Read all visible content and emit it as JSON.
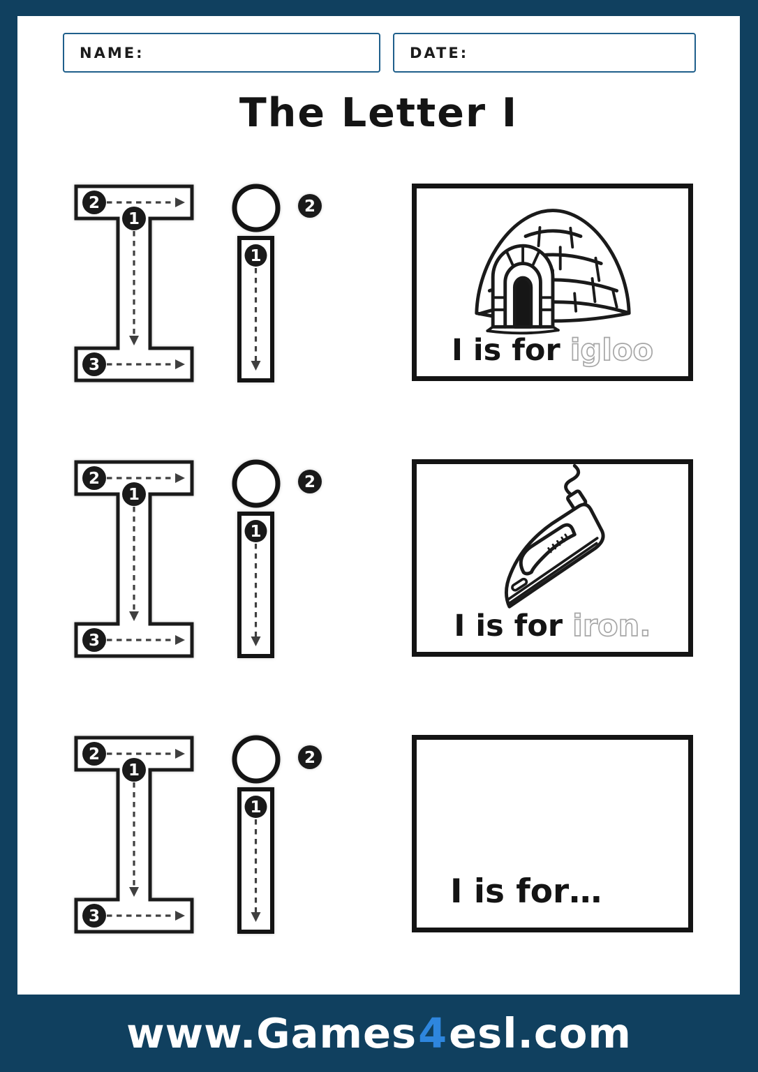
{
  "header": {
    "name_label": "NAME:",
    "date_label": "DATE:"
  },
  "title": "The Letter I",
  "trace_guide": {
    "uppercase": {
      "letter": "I",
      "step1": "1",
      "step2": "2",
      "step3": "3"
    },
    "lowercase": {
      "letter": "i",
      "step1": "1",
      "step2": "2"
    }
  },
  "cards": [
    {
      "caption_prefix": "I is for",
      "trace_word": "igloo",
      "image": "igloo-line-art"
    },
    {
      "caption_prefix": "I is for",
      "trace_word": "iron.",
      "image": "iron-line-art"
    },
    {
      "caption_prefix": "I is for…",
      "trace_word": "",
      "image": ""
    }
  ],
  "footer": {
    "url_prefix": "www.Games",
    "url_digit": "4",
    "url_suffix": "esl.com"
  },
  "colors": {
    "frame_blue": "#10405f",
    "field_border_blue": "#1f5f8b",
    "accent_blue": "#2e86de",
    "trace_gray": "#a6a6a6",
    "ink": "#141414"
  }
}
